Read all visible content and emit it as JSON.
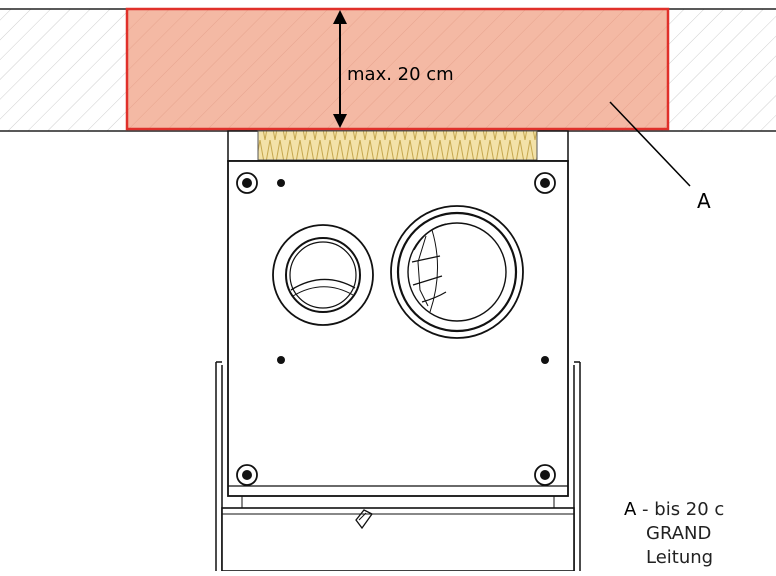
{
  "dimension": {
    "label": "max. 20 cm"
  },
  "callout": {
    "letter": "A"
  },
  "legend": {
    "key": "A",
    "separator": " - ",
    "line1": "bis 20 c",
    "line2": "GRAND",
    "line3": "Leitung"
  },
  "colors": {
    "zone_fill": "#f4b9a4",
    "zone_border": "#e0302a",
    "insulation": "#f3e2a8",
    "wall_hatch": "#c9c9c9",
    "outline": "#111111"
  }
}
